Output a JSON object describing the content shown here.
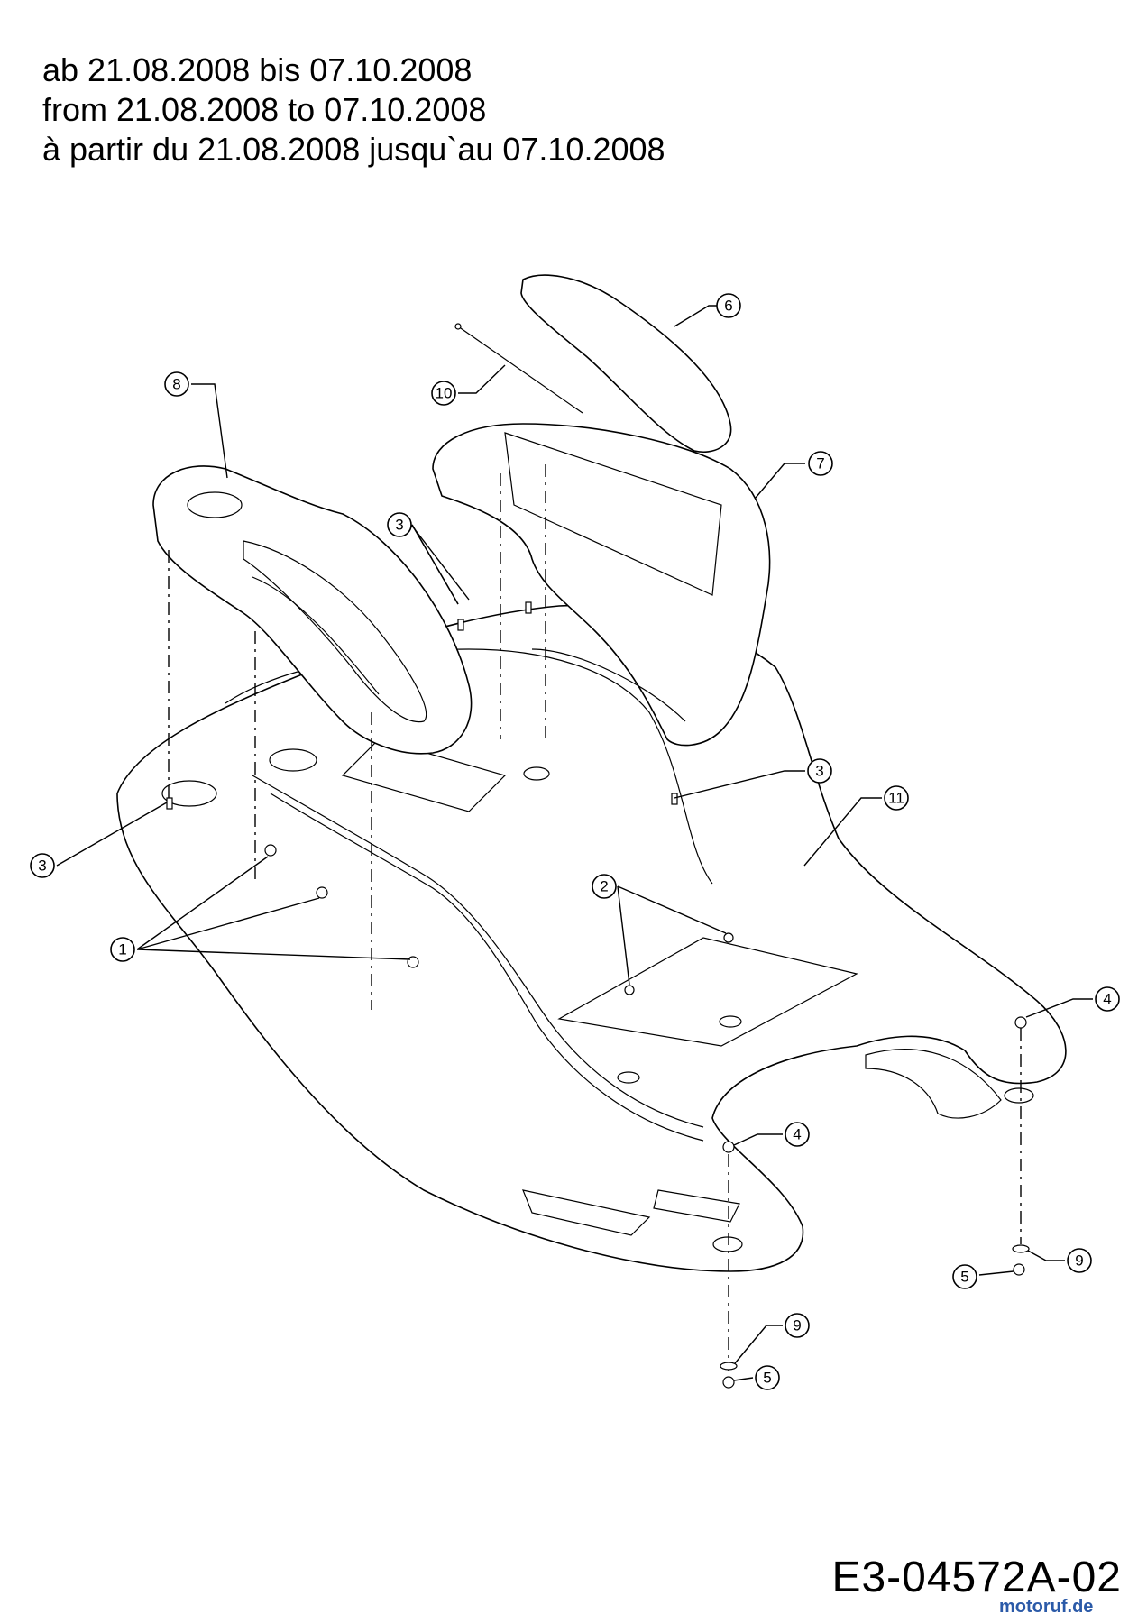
{
  "validity": {
    "line_de": "ab 21.08.2008 bis 07.10.2008",
    "line_en": "from 21.08.2008 to 07.10.2008",
    "line_fr": "à partir du 21.08.2008 jusqu`au 07.10.2008"
  },
  "callouts": {
    "c1": "1",
    "c2": "2",
    "c3a": "3",
    "c3b": "3",
    "c3c": "3",
    "c4a": "4",
    "c4b": "4",
    "c5a": "5",
    "c5b": "5",
    "c6": "6",
    "c7": "7",
    "c8": "8",
    "c9a": "9",
    "c9b": "9",
    "c10": "10",
    "c11": "11"
  },
  "drawing_number": "E3-04572A-02",
  "watermark": "motoruf.de"
}
